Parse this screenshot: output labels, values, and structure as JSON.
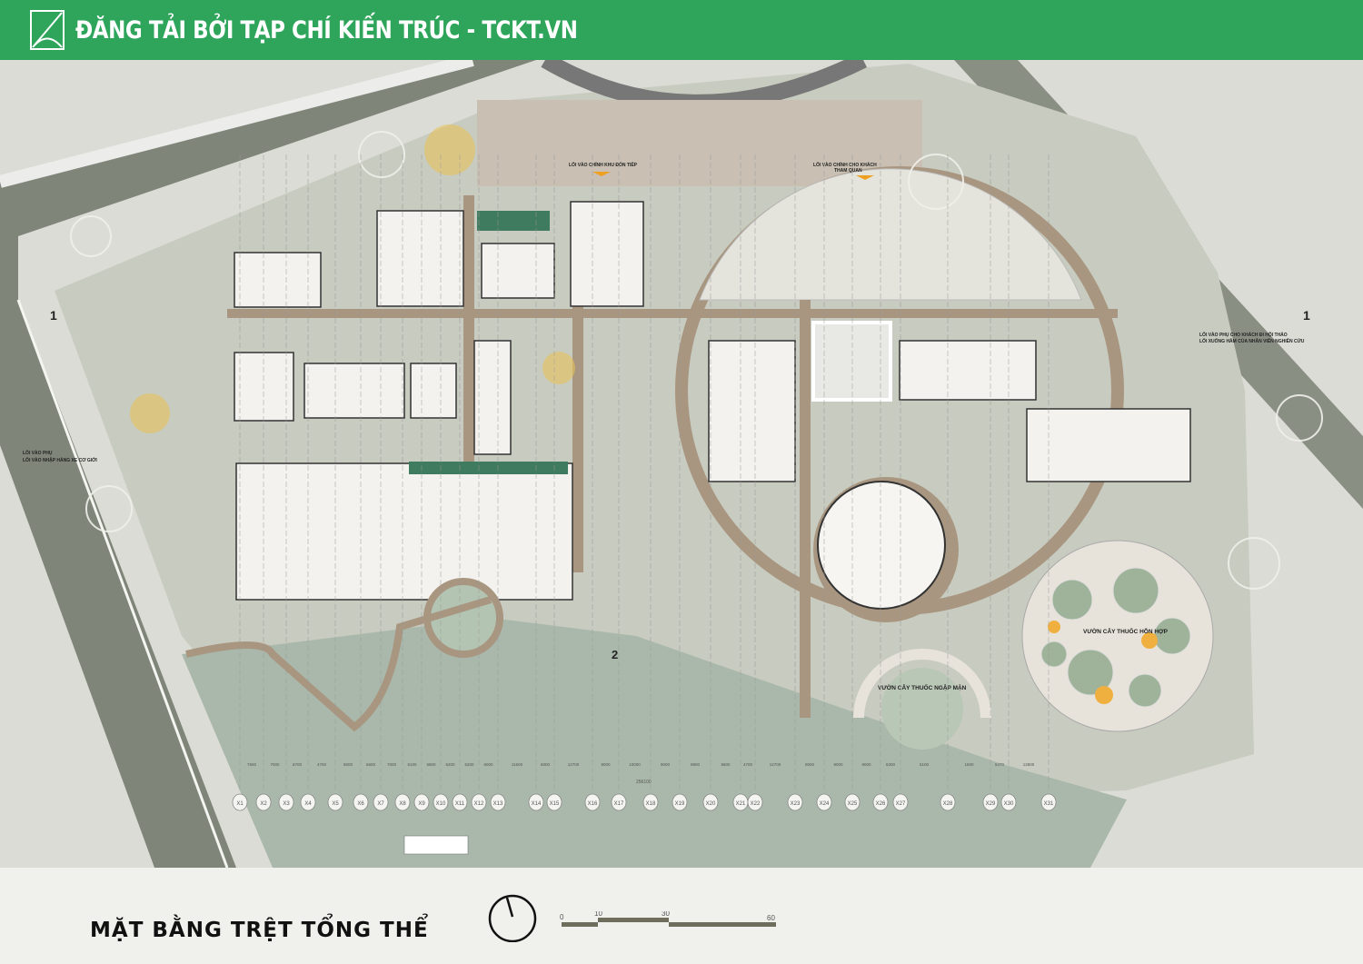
{
  "banner": {
    "title": "ĐĂNG TẢI BỞI TẠP CHÍ KIẾN TRÚC - TCKT.VN"
  },
  "plan": {
    "entrances": {
      "reception": "LỐI VÀO CHÍNH KHU ĐÓN TIẾP",
      "visitors_line1": "LỐI VÀO CHÍNH CHO KHÁCH",
      "visitors_line2": "THAM QUAN",
      "side_line1": "LỐI VÀO PHỤ CHO KHÁCH ĐI HỘI THẢO",
      "side_line2": "LỐI XUỐNG HẦM CỦA NHÂN VIÊN NGHIÊN CỨU",
      "service_line1": "LỐI VÀO PHỤ",
      "service_line2": "LỐI VÀO NHẬP HÀNG XE CƠ GIỚI"
    },
    "gardens": {
      "mangrove": "VƯỜN CÂY THUỐC NGẬP MẶN",
      "mixed": "VƯỜN CÂY THUỐC HỖN HỢP"
    },
    "section_markers": [
      "1",
      "1",
      "2"
    ],
    "grid_axes": [
      "X1",
      "X2",
      "X3",
      "X4",
      "X5",
      "X6",
      "X7",
      "X8",
      "X9",
      "X10",
      "X11",
      "X12",
      "X13",
      "X14",
      "X15",
      "X16",
      "X17",
      "X18",
      "X19",
      "X20",
      "X21",
      "X22",
      "X23",
      "X24",
      "X25",
      "X26",
      "X27",
      "X28",
      "X29",
      "X30",
      "X31"
    ],
    "dimensions": [
      "7600",
      "7000",
      "6700",
      "4700",
      "8000",
      "6600",
      "7000",
      "6100",
      "5800",
      "6200",
      "6200",
      "6000",
      "11600",
      "6000",
      "12700",
      "8000",
      "10000",
      "9000",
      "9800",
      "9600",
      "4700",
      "12700",
      "9000",
      "9000",
      "9000",
      "6300",
      "5100",
      "1500",
      "5470",
      "12800"
    ],
    "total_dimension": "256100"
  },
  "footer": {
    "title": "MẶT BẰNG TRỆT TỔNG THỂ",
    "scale": [
      "0",
      "10",
      "30",
      "60"
    ]
  },
  "colors": {
    "banner": "#2ea55a",
    "path": "#a89680",
    "accent": "#f0a020",
    "water": "#a9b8aa"
  }
}
